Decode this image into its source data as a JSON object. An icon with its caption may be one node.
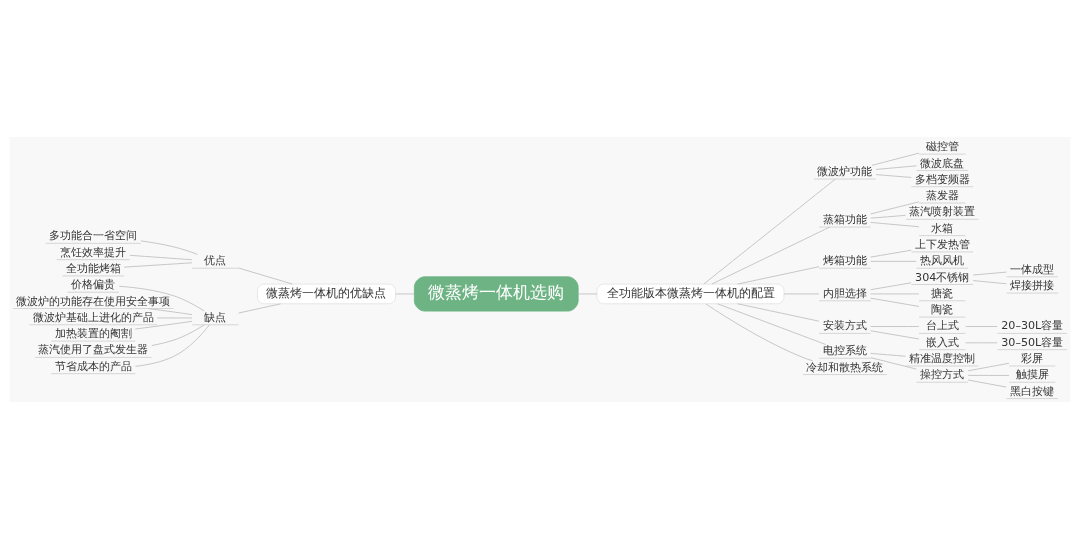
{
  "diagram": {
    "nodes": [
      {
        "text": [
          "微蒸烤一体机选购"
        ]
      },
      {
        "text": [
          "微蒸烤一体机的优缺点"
        ]
      },
      {
        "text": [
          "优点"
        ]
      },
      {
        "text": [
          "多功能合一省空间"
        ]
      },
      {
        "text": [
          "烹饪效率提升"
        ]
      },
      {
        "text": [
          "全功能烤箱"
        ]
      },
      {
        "text": [
          "缺点"
        ]
      },
      {
        "text": [
          "价格偏贵"
        ]
      },
      {
        "text": [
          "微波炉的功能存在使用安全事项"
        ]
      },
      {
        "text": [
          "微波炉基础上进化的产品"
        ]
      },
      {
        "text": [
          "加热装置的阉割"
        ]
      },
      {
        "text": [
          "蒸汽使用了盘式发生器"
        ]
      },
      {
        "text": [
          "节省成本的产品"
        ]
      },
      {
        "text": [
          "全功能版本微蒸烤一体机的配置"
        ]
      },
      {
        "text": [
          "微波炉功能"
        ]
      },
      {
        "text": [
          "磁控管"
        ]
      },
      {
        "text": [
          "微波底盘"
        ]
      },
      {
        "text": [
          "多档变频器"
        ]
      },
      {
        "text": [
          "蒸箱功能"
        ]
      },
      {
        "text": [
          "蒸发器"
        ]
      },
      {
        "text": [
          "蒸汽喷射装置"
        ]
      },
      {
        "text": [
          "水箱"
        ]
      },
      {
        "text": [
          "烤箱功能"
        ]
      },
      {
        "text": [
          "上下发热管"
        ]
      },
      {
        "text": [
          "热风风机"
        ]
      },
      {
        "text": [
          "内胆选择"
        ]
      },
      {
        "text": [
          "304不锈钢"
        ]
      },
      {
        "text": [
          "一体成型"
        ]
      },
      {
        "text": [
          "焊接拼接"
        ]
      },
      {
        "text": [
          "搪瓷"
        ]
      },
      {
        "text": [
          "陶瓷"
        ]
      },
      {
        "text": [
          "安装方式"
        ]
      },
      {
        "text": [
          "台上式"
        ]
      },
      {
        "text": [
          "20–30L容量"
        ]
      },
      {
        "text": [
          "嵌入式"
        ]
      },
      {
        "text": [
          "30–50L容量"
        ]
      },
      {
        "text": [
          "电控系统"
        ]
      },
      {
        "text": [
          "精准温度控制"
        ]
      },
      {
        "text": [
          "操控方式"
        ]
      },
      {
        "text": [
          "彩屏"
        ]
      },
      {
        "text": [
          "触摸屏"
        ]
      },
      {
        "text": [
          "黑白按键"
        ]
      },
      {
        "text": [
          "冷却和散热系统"
        ]
      }
    ],
    "edges": [
      {
        "from": 1,
        "to": 0,
        "arrow": "none"
      },
      {
        "from": 2,
        "to": 1,
        "arrow": "none"
      },
      {
        "from": 3,
        "to": 2,
        "arrow": "none"
      },
      {
        "from": 4,
        "to": 2,
        "arrow": "none"
      },
      {
        "from": 5,
        "to": 2,
        "arrow": "none"
      },
      {
        "from": 6,
        "to": 1,
        "arrow": "none"
      },
      {
        "from": 7,
        "to": 6,
        "arrow": "none"
      },
      {
        "from": 8,
        "to": 6,
        "arrow": "none"
      },
      {
        "from": 9,
        "to": 6,
        "arrow": "none"
      },
      {
        "from": 10,
        "to": 6,
        "arrow": "none"
      },
      {
        "from": 11,
        "to": 6,
        "arrow": "none"
      },
      {
        "from": 12,
        "to": 6,
        "arrow": "none"
      },
      {
        "from": 0,
        "to": 13,
        "arrow": "none"
      },
      {
        "from": 13,
        "to": 14,
        "arrow": "none"
      },
      {
        "from": 14,
        "to": 15,
        "arrow": "none"
      },
      {
        "from": 14,
        "to": 16,
        "arrow": "none"
      },
      {
        "from": 14,
        "to": 17,
        "arrow": "none"
      },
      {
        "from": 13,
        "to": 18,
        "arrow": "none"
      },
      {
        "from": 18,
        "to": 19,
        "arrow": "none"
      },
      {
        "from": 18,
        "to": 20,
        "arrow": "none"
      },
      {
        "from": 18,
        "to": 21,
        "arrow": "none"
      },
      {
        "from": 13,
        "to": 22,
        "arrow": "none"
      },
      {
        "from": 22,
        "to": 23,
        "arrow": "none"
      },
      {
        "from": 22,
        "to": 24,
        "arrow": "none"
      },
      {
        "from": 13,
        "to": 25,
        "arrow": "none"
      },
      {
        "from": 25,
        "to": 26,
        "arrow": "none"
      },
      {
        "from": 26,
        "to": 27,
        "arrow": "none"
      },
      {
        "from": 26,
        "to": 28,
        "arrow": "none"
      },
      {
        "from": 25,
        "to": 29,
        "arrow": "none"
      },
      {
        "from": 25,
        "to": 30,
        "arrow": "none"
      },
      {
        "from": 13,
        "to": 31,
        "arrow": "none"
      },
      {
        "from": 31,
        "to": 32,
        "arrow": "none"
      },
      {
        "from": 32,
        "to": 33,
        "arrow": "none"
      },
      {
        "from": 31,
        "to": 34,
        "arrow": "none"
      },
      {
        "from": 34,
        "to": 35,
        "arrow": "none"
      },
      {
        "from": 13,
        "to": 36,
        "arrow": "none"
      },
      {
        "from": 36,
        "to": 37,
        "arrow": "none"
      },
      {
        "from": 36,
        "to": 38,
        "arrow": "none"
      },
      {
        "from": 38,
        "to": 39,
        "arrow": "none"
      },
      {
        "from": 38,
        "to": 40,
        "arrow": "none"
      },
      {
        "from": 38,
        "to": 41,
        "arrow": "none"
      },
      {
        "from": 13,
        "to": 42,
        "arrow": "none"
      }
    ]
  }
}
